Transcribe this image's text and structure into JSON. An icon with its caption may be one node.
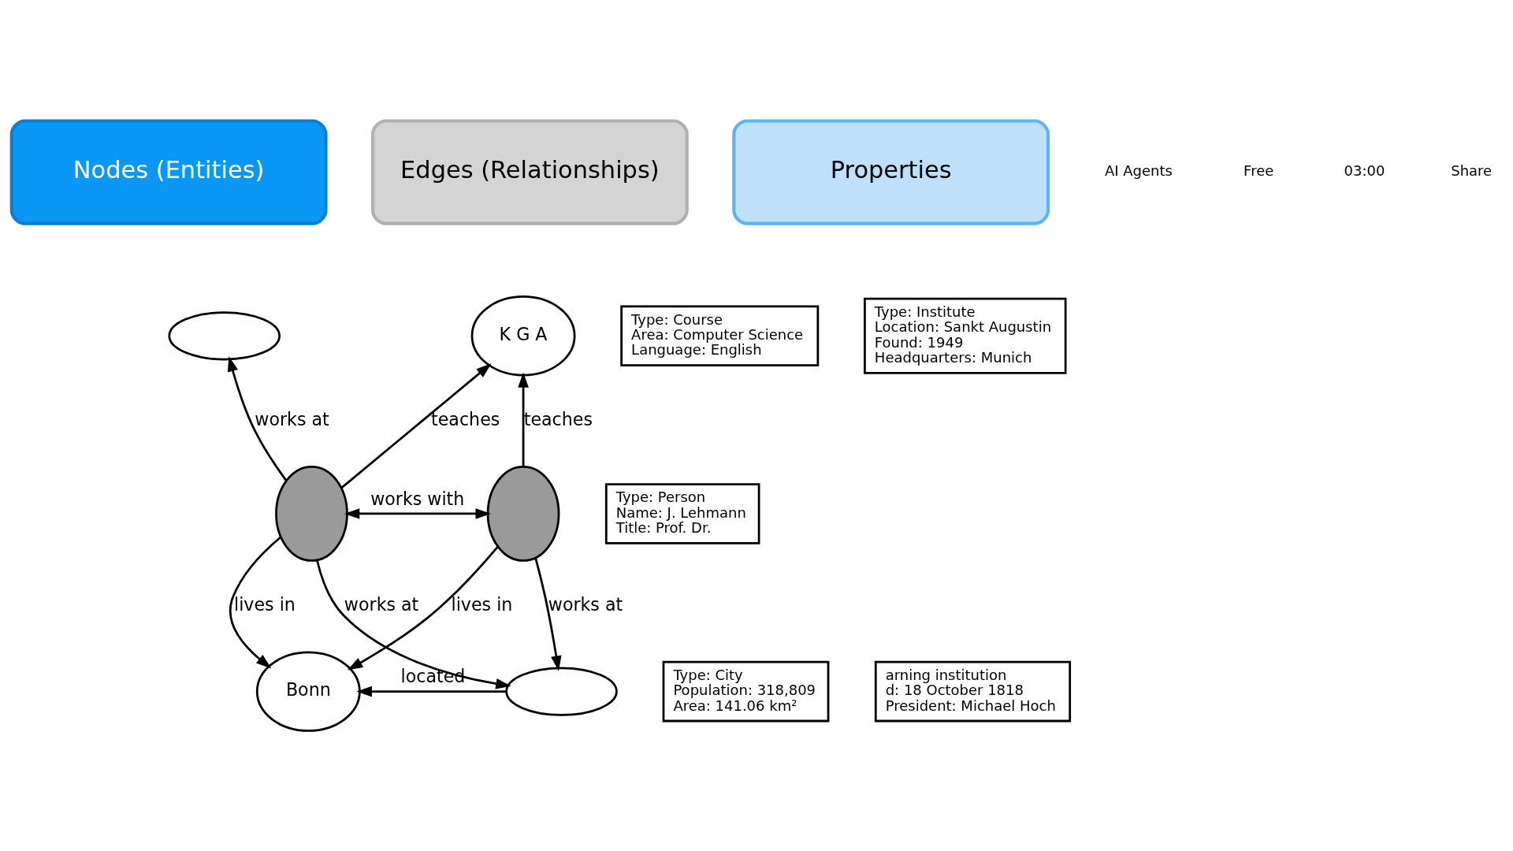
{
  "diagram": {
    "nodes": [
      {
        "text": [
          "Nodes (Entities)"
        ]
      },
      {
        "text": [
          "Edges (Relationships)"
        ]
      },
      {
        "text": [
          "Properties"
        ]
      },
      {
        "text": [],
        "shape": "ellipse"
      },
      {
        "text": [
          "K G A"
        ]
      },
      {
        "text": [
          "Type: Course",
          "Area: Computer Science",
          "Language: English"
        ]
      },
      {
        "text": [
          "Type: Institute",
          "Location: Sankt Augustin",
          "Found: 1949",
          "Headquarters: Munich"
        ]
      },
      {
        "text": [
          "Type: Person",
          "Name: J. Lehmann",
          "Title: Prof. Dr."
        ]
      },
      {
        "text": [],
        "shape": "ellipse"
      },
      {
        "text": [],
        "shape": "ellipse"
      },
      {
        "text": [
          "Bonn"
        ]
      },
      {
        "text": [
          "Type: City",
          "Population: 318,809",
          "Area: 141.06 km²"
        ]
      },
      {
        "text": [],
        "shape": "ellipse"
      },
      {
        "text": [
          "arning institution",
          "d: 18 October 1818",
          "President: Michael Hoch"
        ]
      }
    ],
    "edges": [
      {
        "from": 8,
        "to": 3,
        "arrow": "to",
        "label": "works at"
      },
      {
        "from": 8,
        "to": 4,
        "arrow": "to",
        "label": "teaches"
      },
      {
        "from": 9,
        "to": 4,
        "arrow": "to",
        "label": "teaches"
      },
      {
        "from": 8,
        "to": 9,
        "arrow": "both",
        "label": "works with"
      },
      {
        "from": 8,
        "to": 10,
        "arrow": "to",
        "label": "lives in"
      },
      {
        "from": 9,
        "to": 10,
        "arrow": "to",
        "label": "lives in"
      },
      {
        "from": 8,
        "to": 12,
        "arrow": "to",
        "label": "works at"
      },
      {
        "from": 9,
        "to": 12,
        "arrow": "to",
        "label": "works at"
      },
      {
        "from": 12,
        "to": 10,
        "arrow": "to",
        "label": "located"
      }
    ],
    "labels": [
      "AI Agents",
      "Free",
      "03:00",
      "Share"
    ]
  }
}
